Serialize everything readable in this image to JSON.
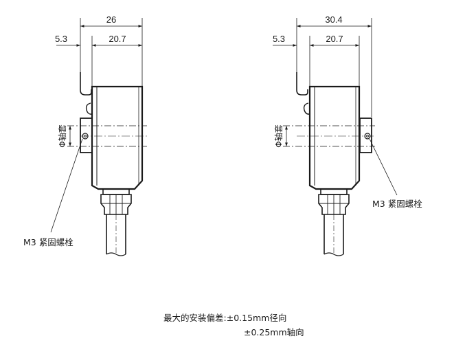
{
  "views": [
    {
      "dims": {
        "overall": "26",
        "left_offset": "5.3",
        "body_width": "20.7"
      },
      "shaft_label": "Φ轴套",
      "screw_label": "M3 紧固螺栓"
    },
    {
      "dims": {
        "overall": "30.4",
        "left_offset": "5.3",
        "body_width": "20.7"
      },
      "shaft_label": "Φ轴套",
      "screw_label": "M3 紧固螺栓"
    }
  ],
  "tolerance": {
    "prefix": "最大的安装偏差:",
    "radial": "±0.15mm径向",
    "axial": "±0.25mm轴向"
  }
}
